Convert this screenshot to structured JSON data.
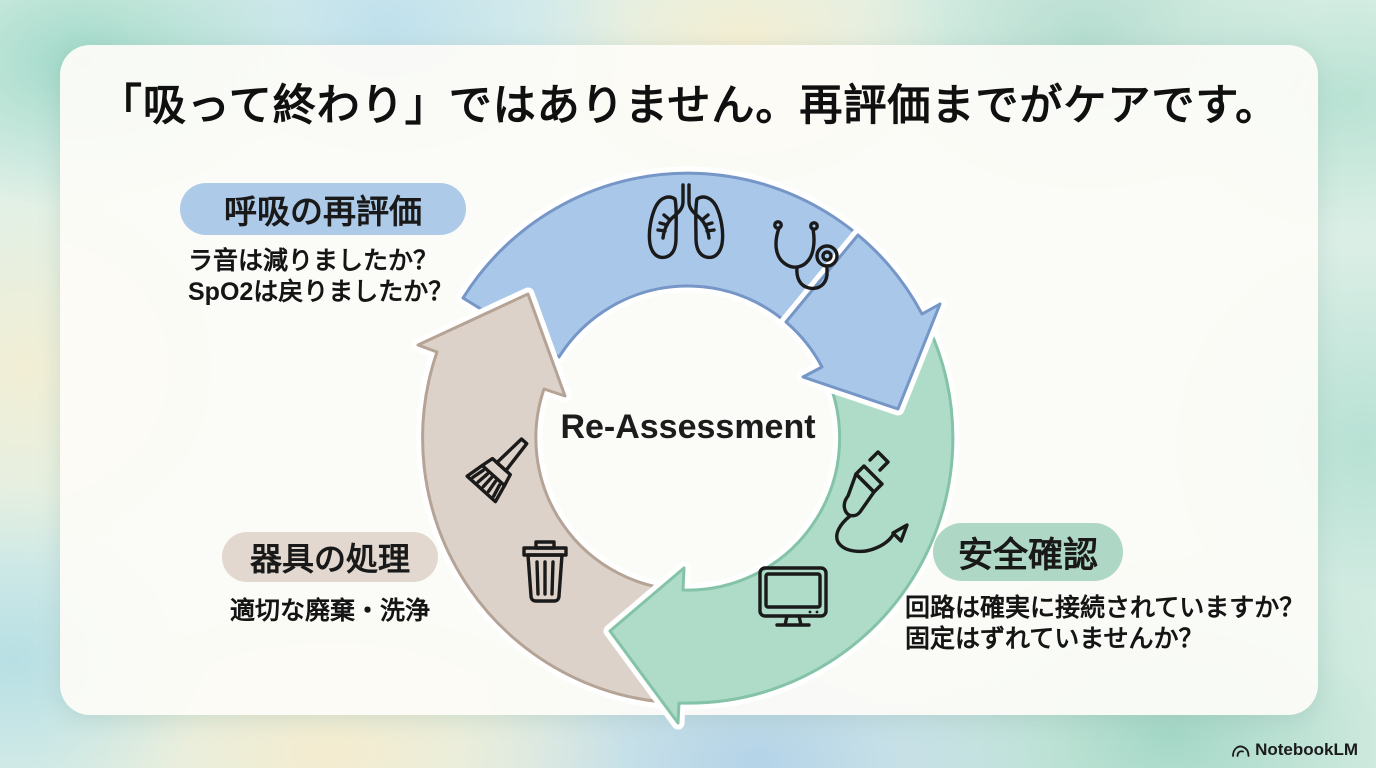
{
  "title": "「吸って終わり」ではありません。再評価までがケアです。",
  "center_label": "Re-Assessment",
  "cycle": {
    "direction": "clockwise",
    "steps": [
      {
        "id": "respiratory-reassessment",
        "label": "呼吸の再評価",
        "note_lines": [
          "ラ音は減りましたか？",
          "SpO2は戻りましたか？"
        ],
        "icons": [
          "lungs-icon",
          "stethoscope-icon"
        ]
      },
      {
        "id": "safety-check",
        "label": "安全確認",
        "note_lines": [
          "回路は確実に接続されていますか？",
          "固定はずれていませんか？"
        ],
        "icons": [
          "suction-device-icon",
          "monitor-icon"
        ]
      },
      {
        "id": "equipment-disposal",
        "label": "器具の処理",
        "note_lines": [
          "適切な廃棄・洗浄"
        ],
        "icons": [
          "cleaning-brush-icon",
          "trash-can-icon"
        ]
      }
    ]
  },
  "colors": {
    "arc_blue": "#a9c7e9",
    "arc_blue_border": "#7596c6",
    "arc_green": "#aedcc8",
    "arc_green_border": "#85c3a8",
    "arc_beige": "#ddd2c9",
    "arc_beige_border": "#b5a496",
    "pill_blue": "#aecae9",
    "pill_green": "#aed8c5",
    "pill_beige": "#e2d8d0",
    "icon_ink": "#1a1a1a"
  },
  "footer": {
    "brand": "NotebookLM"
  }
}
